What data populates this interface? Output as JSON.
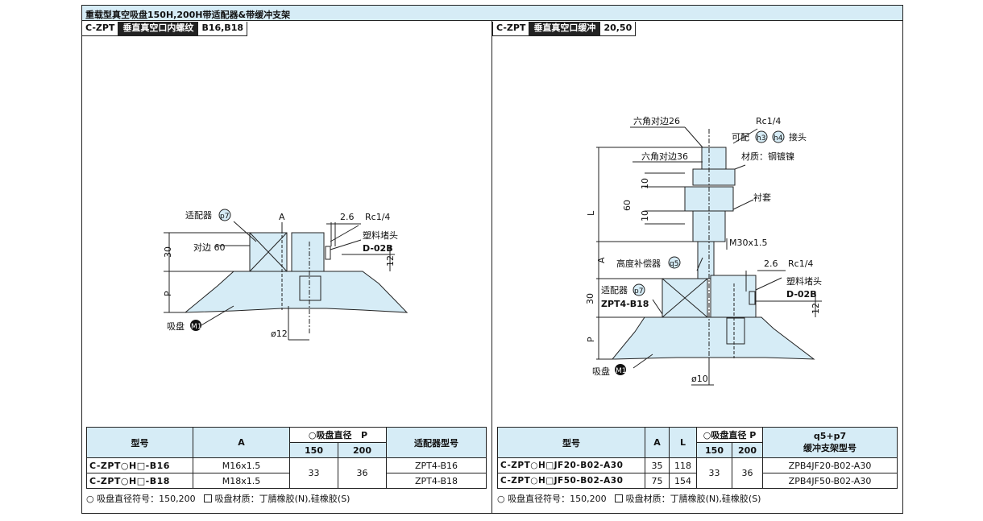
{
  "title": "重载型真空吸盘150H,200H带适配器&带缓冲支架",
  "left": {
    "tags": [
      "C-ZPT",
      "垂直真空口内螺纹",
      "B16,B18"
    ],
    "labels": {
      "adapter": "适配器",
      "p7": "p7",
      "a": "A",
      "dim26": "2.6",
      "rc": "Rc1/4",
      "plug": "塑料堵头",
      "d02b": "D-02B",
      "d30": "30",
      "across": "对边 60",
      "d12": "12",
      "p": "P",
      "pad": "吸盘",
      "m1": "M1",
      "dia12": "ø12"
    },
    "table": {
      "h_model": "型号",
      "h_a": "A",
      "h_dia": "○吸盘直径",
      "h_p": "P",
      "h_adapter": "适配器型号",
      "sizes": [
        "150",
        "200"
      ],
      "rows": [
        {
          "model": "C-ZPT○H□-B16",
          "a": "M16x1.5",
          "adapter": "ZPT4-B16"
        },
        {
          "model": "C-ZPT○H□-B18",
          "a": "M18x1.5",
          "adapter": "ZPT4-B18"
        }
      ],
      "p150": "33",
      "p200": "36"
    },
    "note1": "○ 吸盘直径符号：150,200",
    "note2": "吸盘材质：丁腈橡胶(N),硅橡胶(S)"
  },
  "right": {
    "tags": [
      "C-ZPT",
      "垂直真空口缓冲",
      "20,50"
    ],
    "labels": {
      "hex26": "六角对边26",
      "rc": "Rc1/4",
      "avail": "可配",
      "h3": "h3",
      "h4": "h4",
      "joint": "接头",
      "hex36": "六角对边36",
      "material": "材质：钢镀镍",
      "d10a": "10",
      "d60": "60",
      "d10b": "10",
      "l": "L",
      "bush": "衬套",
      "m30": "M30x1.5",
      "a": "A",
      "comp": "高度补偿器",
      "q5": "q5",
      "dim26": "2.6",
      "rc2": "Rc1/4",
      "plug": "塑料堵头",
      "adapter": "适配器",
      "p7": "p7",
      "zpt": "ZPT4-B18",
      "d30": "30",
      "d02b": "D-02B",
      "d12": "12",
      "p": "P",
      "pad": "吸盘",
      "m1": "M1",
      "dia10": "ø10"
    },
    "table": {
      "h_model": "型号",
      "h_a": "A",
      "h_l": "L",
      "h_dia": "○吸盘直径",
      "h_p": "P",
      "h_q5": "q5",
      "h_plus": "+",
      "h_p7": "p7",
      "h_bracket": "缓冲支架型号",
      "sizes": [
        "150",
        "200"
      ],
      "rows": [
        {
          "model": "C-ZPT○H□JF20-B02-A30",
          "a": "35",
          "l": "118",
          "bracket": "ZPB4JF20-B02-A30"
        },
        {
          "model": "C-ZPT○H□JF50-B02-A30",
          "a": "75",
          "l": "154",
          "bracket": "ZPB4JF50-B02-A30"
        }
      ],
      "p150": "33",
      "p200": "36"
    },
    "note1": "○ 吸盘直径符号：150,200",
    "note2": "吸盘材质：丁腈橡胶(N),硅橡胶(S)"
  },
  "colors": {
    "fill": "#d6ecf6",
    "line": "#222222"
  }
}
